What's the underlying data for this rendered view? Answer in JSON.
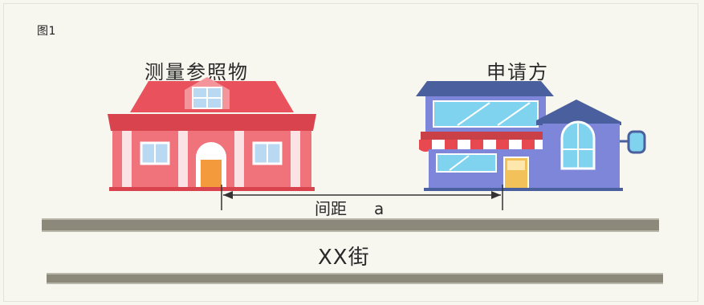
{
  "figure": {
    "label": "图1"
  },
  "left_building": {
    "title": "测量参照物",
    "colors": {
      "roof": "#e9525d",
      "wall": "#f0737c",
      "door": "#f39a3c",
      "window": "#b9d8f2"
    }
  },
  "right_building": {
    "title": "申请方",
    "colors": {
      "roof": "#4a5f9e",
      "wall": "#7d86d8",
      "awning_red": "#e8484f",
      "awning_white": "#ffffff",
      "window": "#7fd3ee",
      "door": "#f3c15a"
    }
  },
  "measurement": {
    "label": "间距",
    "variable": "a"
  },
  "street": {
    "label": "XX街",
    "color": "#8c897a"
  }
}
